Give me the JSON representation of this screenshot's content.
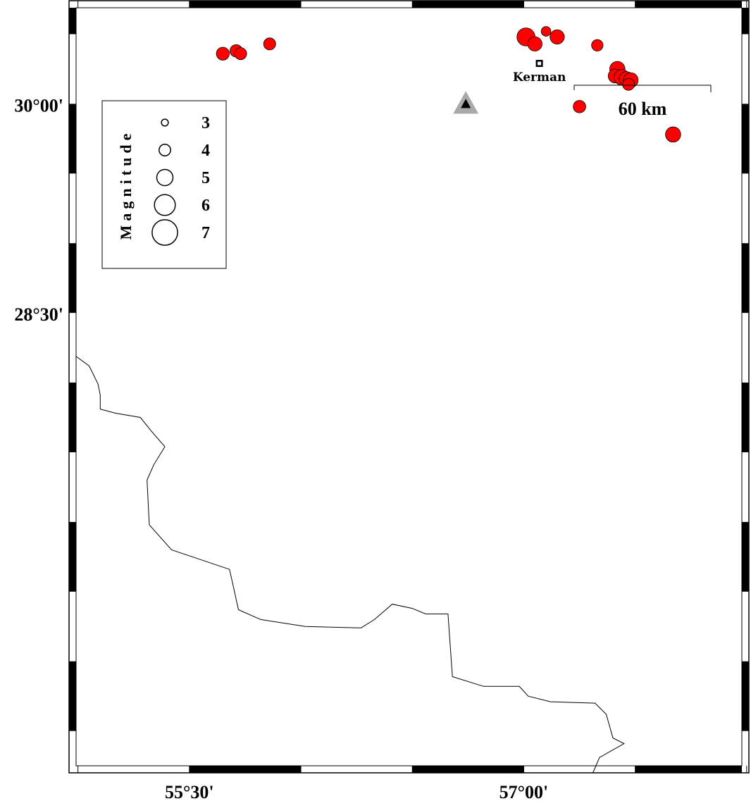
{
  "map": {
    "axes": {
      "y_ticks": [
        {
          "label": "30°00'",
          "lat": 30.0
        },
        {
          "label": "28°30'",
          "lat": 28.5
        }
      ],
      "x_ticks": [
        {
          "label": "55°30'",
          "lon": 55.5
        },
        {
          "label": "57°00'",
          "lon": 57.0
        }
      ]
    },
    "legend": {
      "title": "Magnitude",
      "items": [
        {
          "label": "3",
          "magnitude": 3
        },
        {
          "label": "4",
          "magnitude": 4
        },
        {
          "label": "5",
          "magnitude": 5
        },
        {
          "label": "6",
          "magnitude": 6
        },
        {
          "label": "7",
          "magnitude": 7
        }
      ]
    },
    "scale_bar": {
      "label": "60 km",
      "km": 60
    },
    "city": {
      "name": "Kerman",
      "lat": 30.29,
      "lon": 57.07
    },
    "station": {
      "name": "station-triangle",
      "lat": 30.0,
      "lon": 56.74
    },
    "colors": {
      "event_fill": "#ff0000",
      "station_halo": "#a9a9a9",
      "frame": "#000000"
    },
    "earthquakes": [
      {
        "lat": 30.36,
        "lon": 55.65,
        "mag": 4.3
      },
      {
        "lat": 30.38,
        "lon": 55.71,
        "mag": 4.2
      },
      {
        "lat": 30.36,
        "lon": 55.73,
        "mag": 4.1
      },
      {
        "lat": 30.43,
        "lon": 55.86,
        "mag": 4.1
      },
      {
        "lat": 30.48,
        "lon": 57.01,
        "mag": 5.4
      },
      {
        "lat": 30.43,
        "lon": 57.05,
        "mag": 4.6
      },
      {
        "lat": 30.52,
        "lon": 57.1,
        "mag": 3.6
      },
      {
        "lat": 30.48,
        "lon": 57.15,
        "mag": 4.6
      },
      {
        "lat": 30.42,
        "lon": 57.33,
        "mag": 4.0
      },
      {
        "lat": 30.25,
        "lon": 57.42,
        "mag": 4.8
      },
      {
        "lat": 30.2,
        "lon": 57.41,
        "mag": 4.5
      },
      {
        "lat": 30.19,
        "lon": 57.44,
        "mag": 4.9
      },
      {
        "lat": 30.18,
        "lon": 57.46,
        "mag": 4.6
      },
      {
        "lat": 30.17,
        "lon": 57.48,
        "mag": 4.7
      },
      {
        "lat": 30.14,
        "lon": 57.47,
        "mag": 4.1
      },
      {
        "lat": 29.98,
        "lon": 57.25,
        "mag": 4.2
      },
      {
        "lat": 29.78,
        "lon": 57.67,
        "mag": 4.8
      }
    ],
    "boundary": [
      [
        54.99,
        28.19
      ],
      [
        55.05,
        28.12
      ],
      [
        55.09,
        27.99
      ],
      [
        55.1,
        27.91
      ],
      [
        55.1,
        27.81
      ],
      [
        55.17,
        27.78
      ],
      [
        55.28,
        27.75
      ],
      [
        55.33,
        27.65
      ],
      [
        55.39,
        27.54
      ],
      [
        55.34,
        27.41
      ],
      [
        55.31,
        27.3
      ],
      [
        55.32,
        26.98
      ],
      [
        55.42,
        26.8
      ],
      [
        55.68,
        26.66
      ],
      [
        55.72,
        26.37
      ],
      [
        55.82,
        26.3
      ],
      [
        56.02,
        26.25
      ],
      [
        56.27,
        26.24
      ],
      [
        56.33,
        26.3
      ],
      [
        56.41,
        26.41
      ],
      [
        56.5,
        26.38
      ],
      [
        56.56,
        26.34
      ],
      [
        56.66,
        26.34
      ],
      [
        56.68,
        25.89
      ],
      [
        56.82,
        25.82
      ],
      [
        56.98,
        25.82
      ],
      [
        57.02,
        25.75
      ],
      [
        57.12,
        25.71
      ],
      [
        57.32,
        25.7
      ],
      [
        57.37,
        25.62
      ],
      [
        57.4,
        25.45
      ],
      [
        57.45,
        25.41
      ],
      [
        57.34,
        25.31
      ],
      [
        57.31,
        25.2
      ]
    ]
  }
}
